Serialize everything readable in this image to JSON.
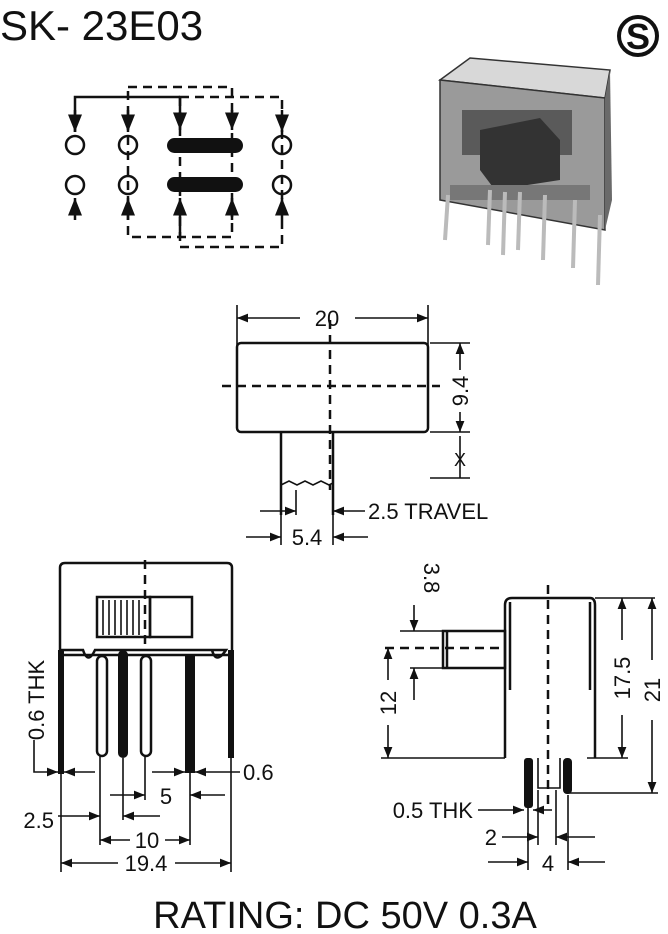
{
  "title": "SK- 23E03",
  "logo_letter": "S",
  "colors": {
    "ink": "#111111",
    "background": "#ffffff",
    "photo_body": "#9a9a9a"
  },
  "top_view": {
    "width": "20",
    "height": "9.4",
    "travel": "2.5 TRAVEL",
    "slider_width": "5.4",
    "x_label": "X"
  },
  "front_view": {
    "thickness": "0.6 THK",
    "pin_width": "0.6",
    "pitch_small": "5",
    "offset": "2.5",
    "pitch_large": "10",
    "overall_width": "19.4"
  },
  "side_view": {
    "actuator_height": "3.8",
    "actuator_position": "12",
    "body_height": "17.5",
    "overall_height": "21",
    "pin_thickness": "0.5 THK",
    "pin_offset": "2",
    "pin_spacing": "4"
  },
  "rating": "RATING: DC 50V 0.3A"
}
